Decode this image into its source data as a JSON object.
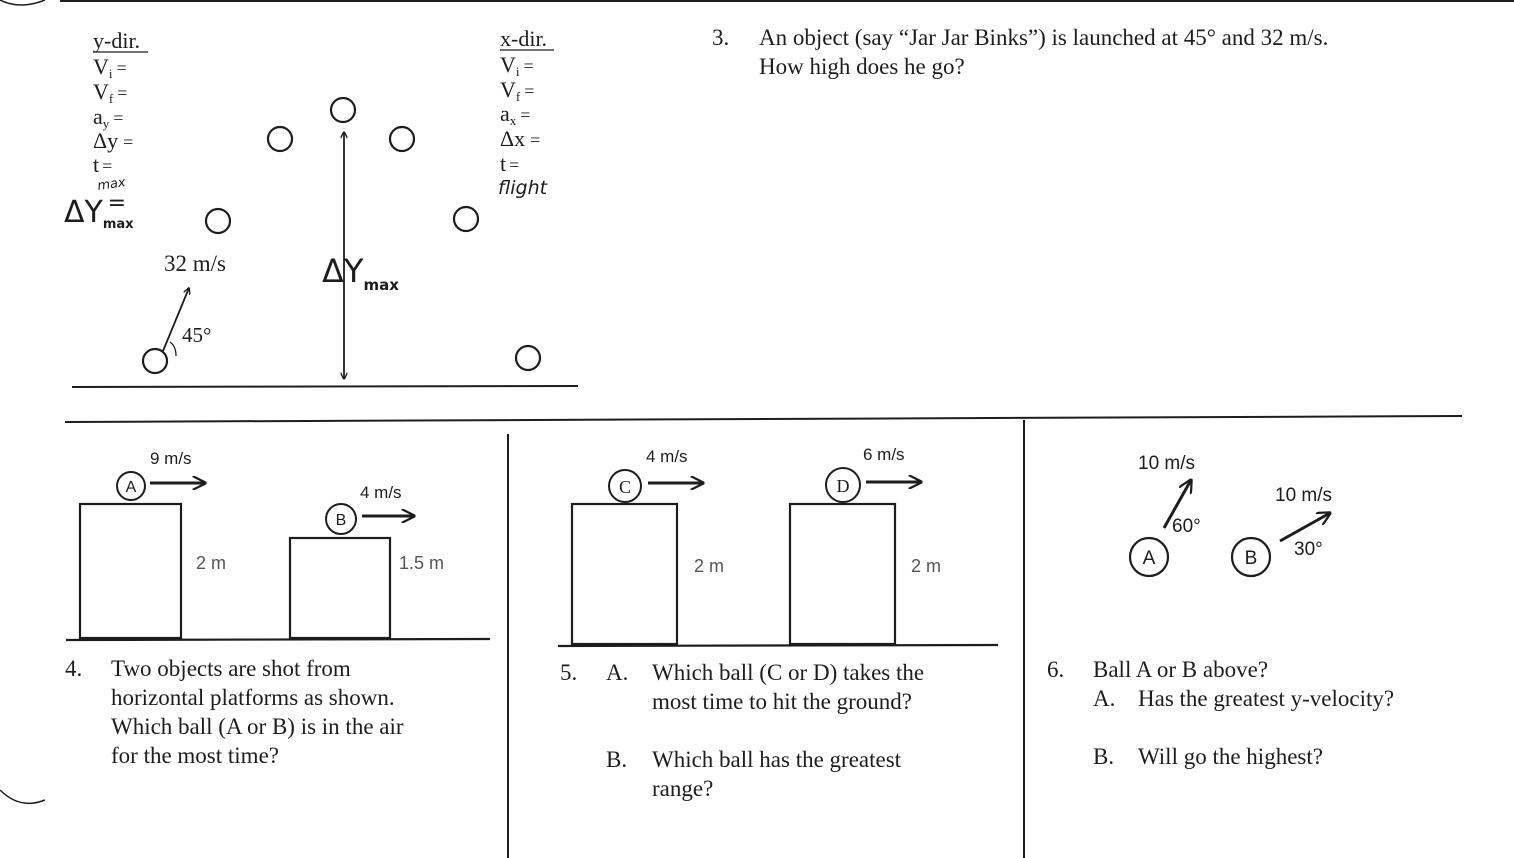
{
  "top_left": {
    "y_dir": {
      "heading": "y-dir.",
      "vi": "V",
      "vi_sub": "i",
      "vf": "V",
      "vf_sub": "f",
      "ay": "a",
      "ay_sub": "y",
      "dy": "Δy",
      "t": "t",
      "eq": "="
    },
    "x_dir": {
      "heading": "x-dir.",
      "vi": "V",
      "vi_sub": "i",
      "vf": "V",
      "vf_sub": "f",
      "ax": "a",
      "ax_sub": "x",
      "dx": "Δx",
      "t": "t",
      "eq": "="
    },
    "handwriting": {
      "t_sub": "max",
      "dy_max": "ΔY",
      "dy_max_sub": "max",
      "dy_max_eq": "=",
      "flight": "flight",
      "center_label": "ΔY",
      "center_label_sub": "max"
    },
    "launch_speed": "32 m/s",
    "launch_angle": "45°"
  },
  "q3": {
    "number": "3.",
    "line1": "An object (say “Jar Jar Binks”) is launched at 45° and 32 m/s.",
    "line2": "How high does he go?"
  },
  "q4": {
    "ball_a": "A",
    "ball_a_speed": "9 m/s",
    "height_a": "2 m",
    "ball_b": "B",
    "ball_b_speed": "4 m/s",
    "height_b": "1.5 m",
    "number": "4.",
    "lines": [
      "Two objects are shot from",
      "horizontal platforms as shown.",
      "Which ball (A or B) is in the air",
      "for the most time?"
    ]
  },
  "q5": {
    "ball_c": "C",
    "ball_c_speed": "4 m/s",
    "height_c": "2 m",
    "ball_d": "D",
    "ball_d_speed": "6 m/s",
    "height_d": "2 m",
    "number": "5.",
    "part_a_label": "A.",
    "part_a_lines": [
      "Which ball (C or D) takes the",
      "most time to hit the ground?"
    ],
    "part_b_label": "B.",
    "part_b_lines": [
      "Which ball has the greatest",
      "range?"
    ]
  },
  "q6": {
    "ball_a": "A",
    "ball_a_speed": "10 m/s",
    "ball_a_angle": "60°",
    "ball_b": "B",
    "ball_b_speed": "10 m/s",
    "ball_b_angle": "30°",
    "number": "6.",
    "intro": "Ball A or B above?",
    "part_a_label": "A.",
    "part_a": "Has the greatest y-velocity?",
    "part_b_label": "B.",
    "part_b": "Will go the highest?"
  }
}
